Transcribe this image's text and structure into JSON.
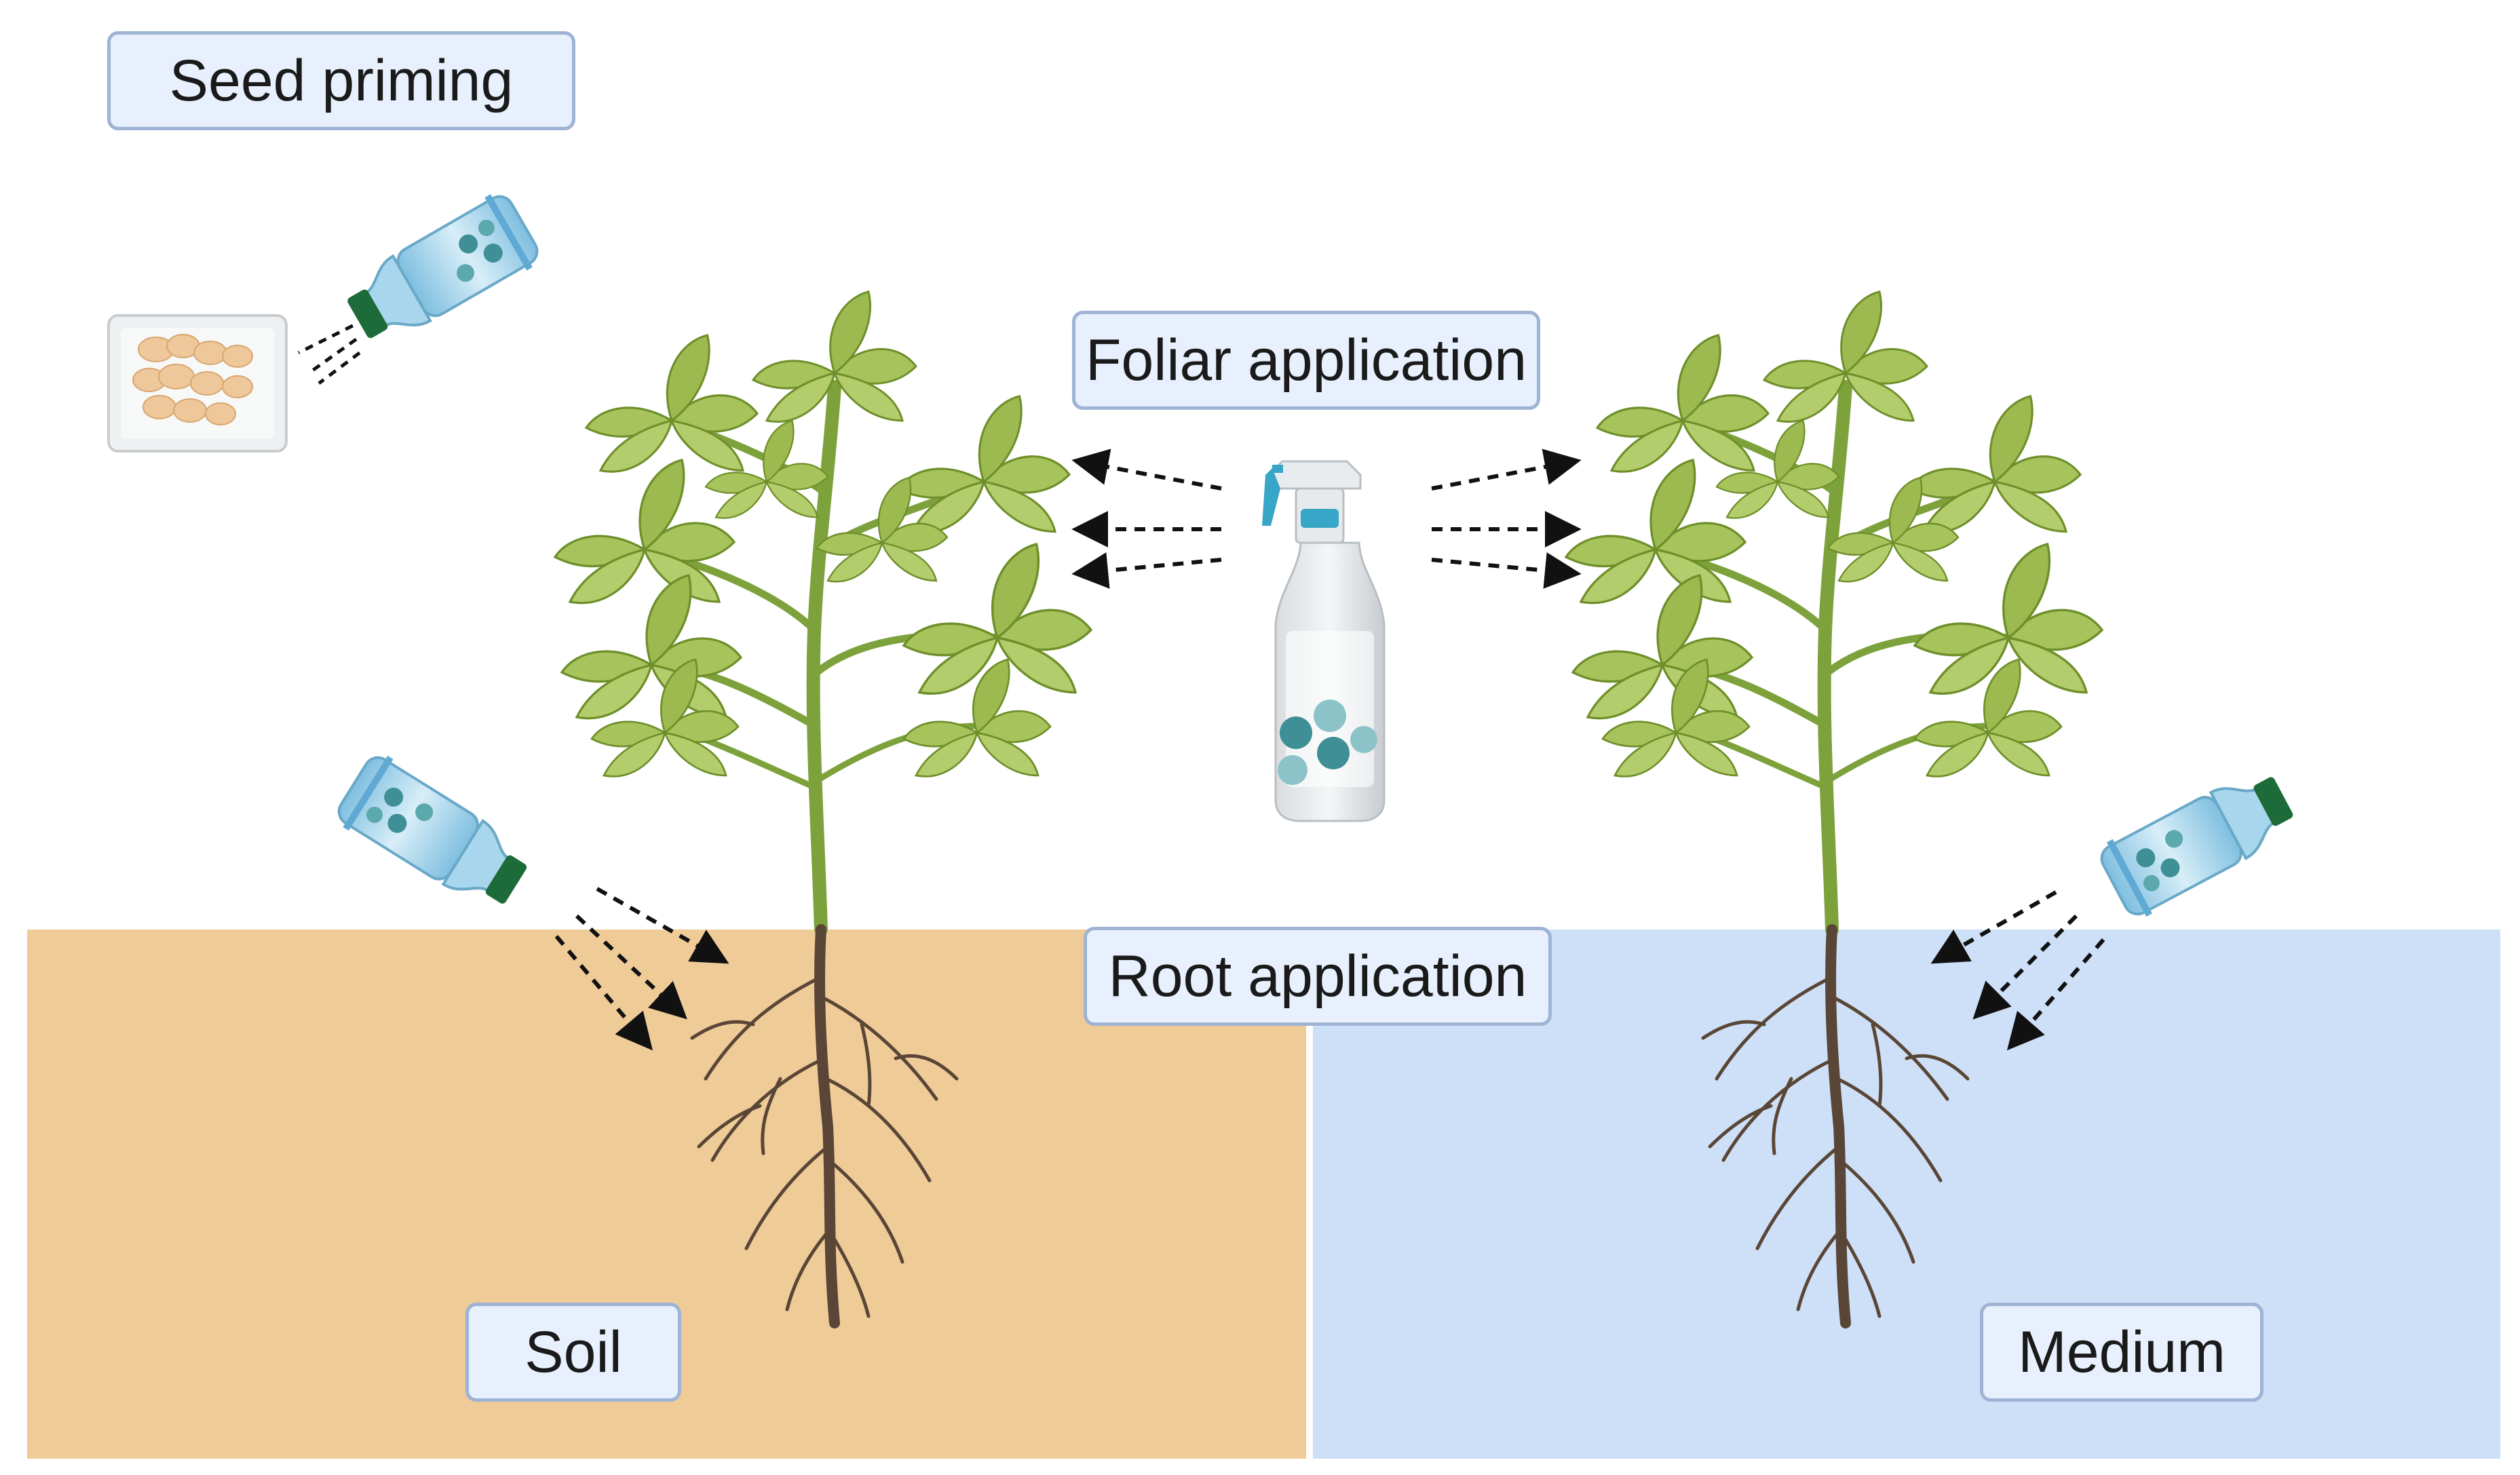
{
  "labels": {
    "seed_priming": "Seed priming",
    "foliar_application": "Foliar application",
    "root_application": "Root application",
    "soil": "Soil",
    "medium": "Medium"
  },
  "colors": {
    "soil": "#efcb98",
    "medium": "#cde0f7",
    "label_fill": "#e7f0fc",
    "label_border": "#9fb3d4",
    "leaf": "#a5c25a",
    "leaf_dark": "#6e8f2a",
    "stem": "#7da23c",
    "root": "#5a4636",
    "bottle": "#8fc6e0",
    "bottle_cap": "#1e6b3a",
    "particles": "#3f8f96",
    "seed": "#eec79a"
  },
  "icons": [
    "seed-tray-icon",
    "spray-bottle-icon",
    "pour-bottle-icon",
    "tomato-plant-icon",
    "arrow-icon"
  ]
}
